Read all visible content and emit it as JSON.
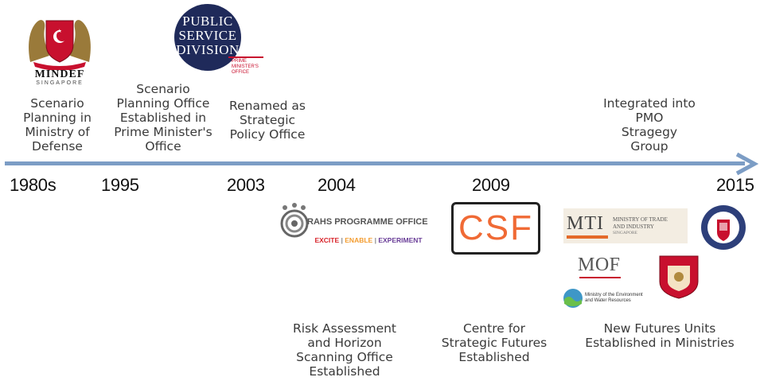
{
  "timeline": {
    "years": [
      "1980s",
      "1995",
      "2003",
      "2004",
      "2009",
      "2015"
    ],
    "events_above": [
      {
        "year": "1980s",
        "text": "Scenario\nPlanning in\nMinistry of\nDefense"
      },
      {
        "year": "1995",
        "text": "Scenario\nPlanning Office\nEstablished in\nPrime Minister's\nOffice"
      },
      {
        "year": "2003",
        "text": "Renamed as\nStrategic\nPolicy Office"
      },
      {
        "year": "2015",
        "text": "Integrated into\nPMO\nStragegy\nGroup"
      }
    ],
    "events_below": [
      {
        "year": "2004",
        "text": "Risk Assessment\nand Horizon\nScanning Office\nEstablished"
      },
      {
        "year": "2009",
        "text": "Centre for\nStrategic Futures\nEstablished"
      },
      {
        "year": "2015",
        "text": "New Futures Units\nEstablished in Ministries"
      }
    ]
  },
  "logos": {
    "mindef": {
      "title": "MINDEF",
      "sub": "SINGAPORE"
    },
    "psd": {
      "line1": "PUBLIC",
      "line2": "SERVICE",
      "line3": "DIVISION",
      "tag1": "PRIME",
      "tag2": "MINISTER'S",
      "tag3": "OFFICE"
    },
    "rahs": {
      "title": "RAHS PROGRAMME OFFICE",
      "w1": "EXCITE",
      "w2": "ENABLE",
      "w3": "EXPERIMENT",
      "sep": " | "
    },
    "csf": {
      "text": "CSF"
    },
    "mti": {
      "abbr": "MTI",
      "l1": "MINISTRY OF TRADE",
      "l2": "AND INDUSTRY",
      "l3": "SINGAPORE"
    },
    "mof": {
      "abbr": "MOF"
    },
    "mewr": {
      "l1": "Ministry of the Environment",
      "l2": "and Water Resources"
    }
  },
  "colors": {
    "arrow": "#7c9dc5",
    "mindef_red": "#c8102e",
    "psd_navy": "#1f2a5a",
    "csf_orange": "#f06a35",
    "rahs_red": "#d8232a",
    "rahs_orange": "#f39b2d",
    "rahs_purple": "#6a3e98"
  }
}
